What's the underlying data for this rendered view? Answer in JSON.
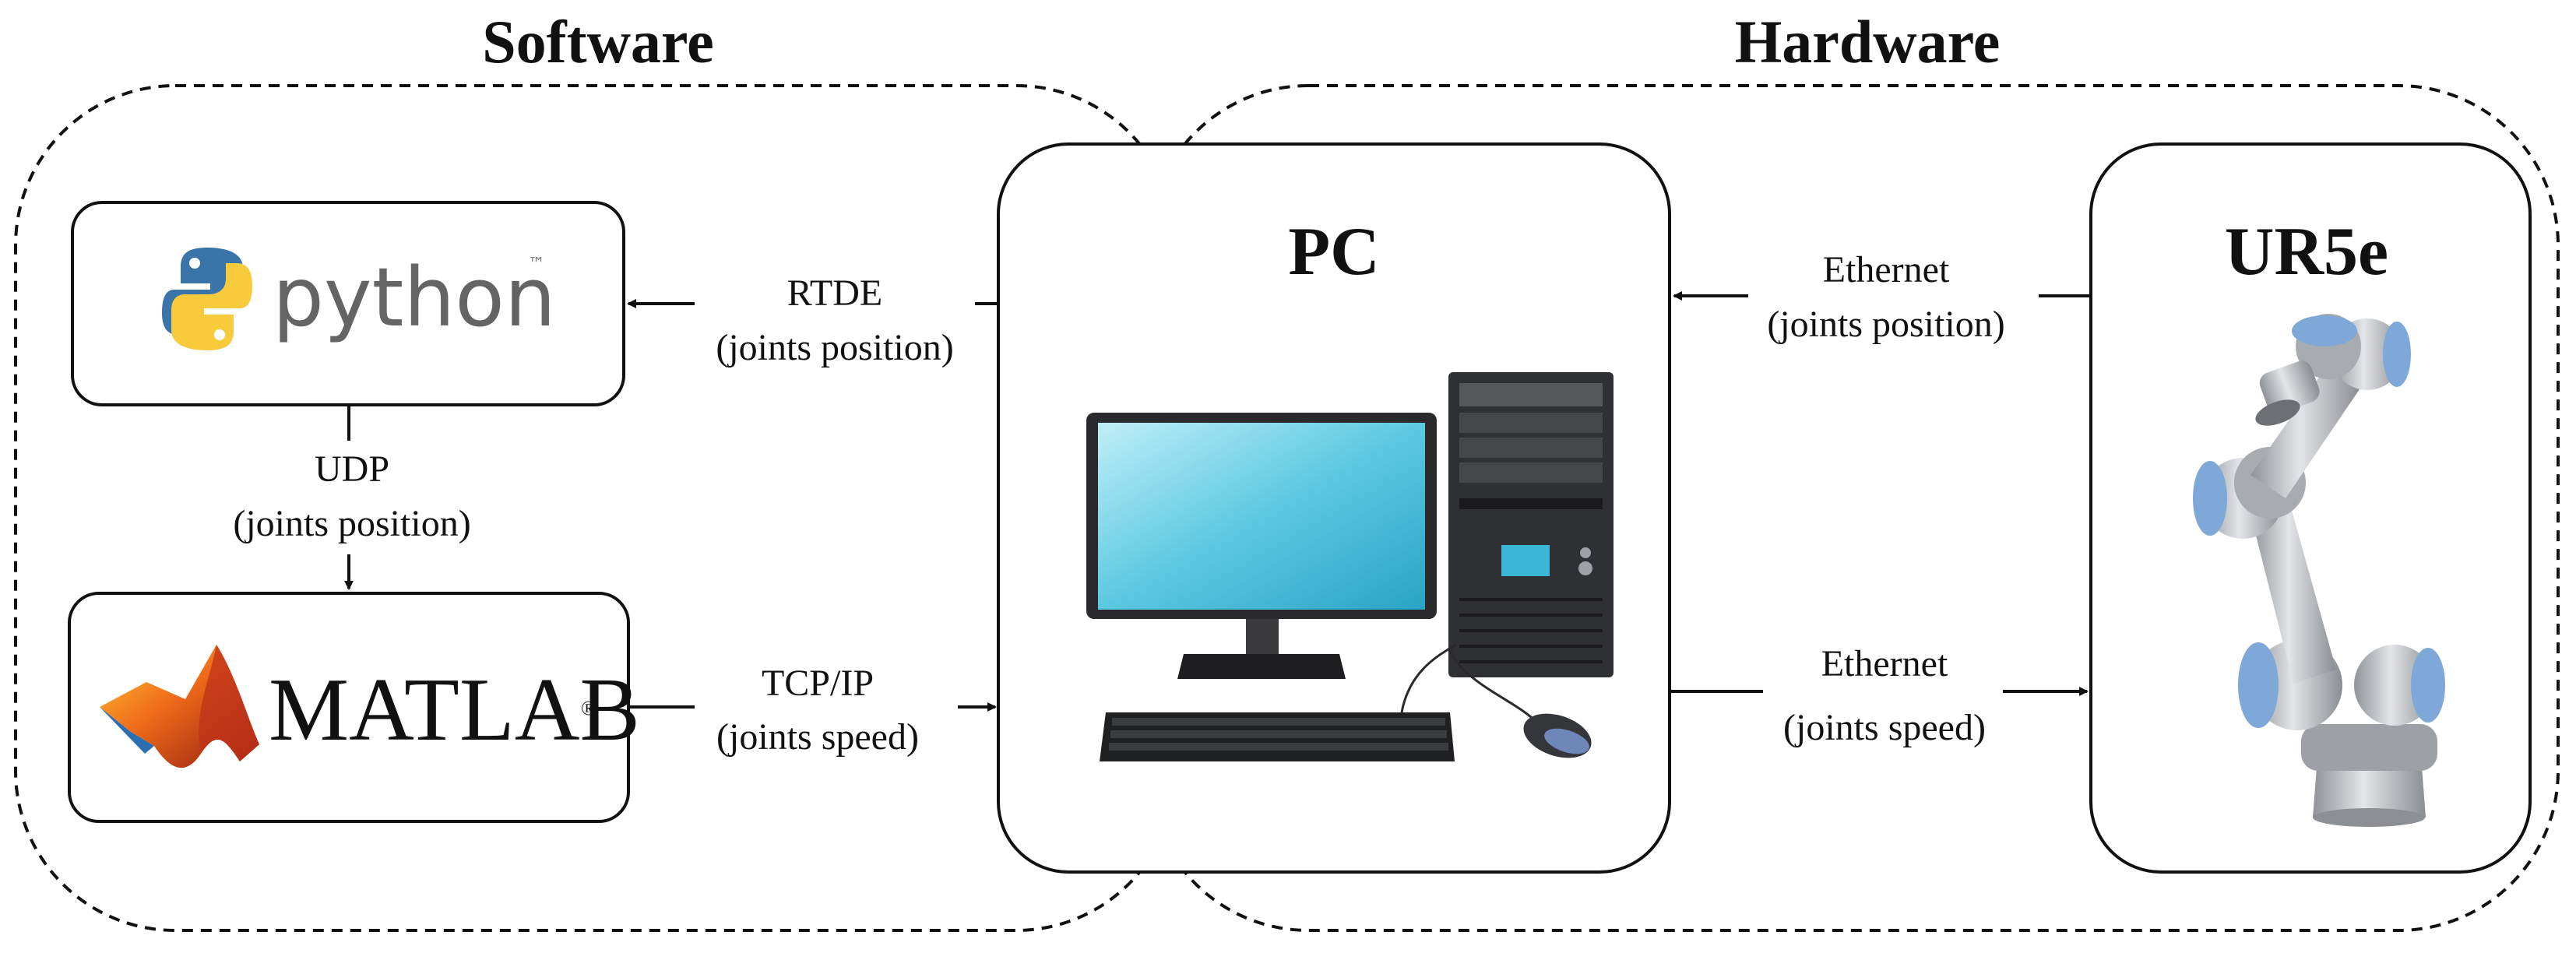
{
  "groups": {
    "software_title": "Software",
    "hardware_title": "Hardware"
  },
  "nodes": {
    "python": {
      "logo_text": "python",
      "tm": "™",
      "icon": "python-logo-icon"
    },
    "matlab": {
      "logo_text": "MATLAB",
      "reg": "®",
      "icon": "matlab-membrane-logo-icon"
    },
    "pc": {
      "title": "PC",
      "icon": "desktop-computer-icon"
    },
    "robot": {
      "title": "UR5e",
      "icon": "robot-arm-icon"
    }
  },
  "edges": {
    "rtde": {
      "line1": "RTDE",
      "line2": "(joints position)"
    },
    "udp": {
      "line1": "UDP",
      "line2": "(joints position)"
    },
    "tcp": {
      "line1": "TCP/IP",
      "line2": "(joints speed)"
    },
    "eth_in": {
      "line1": "Ethernet",
      "line2": "(joints position)"
    },
    "eth_out": {
      "line1": "Ethernet",
      "line2": "(joints speed)"
    }
  },
  "colors": {
    "stroke": "#111111",
    "python_blue": "#3a74a8",
    "python_yellow": "#f7cb3c",
    "matlab_orange": "#e8541e",
    "monitor_screen": "#4fc3dc",
    "robot_blue": "#7ea8d8",
    "robot_grey": "#b9bcc0"
  }
}
